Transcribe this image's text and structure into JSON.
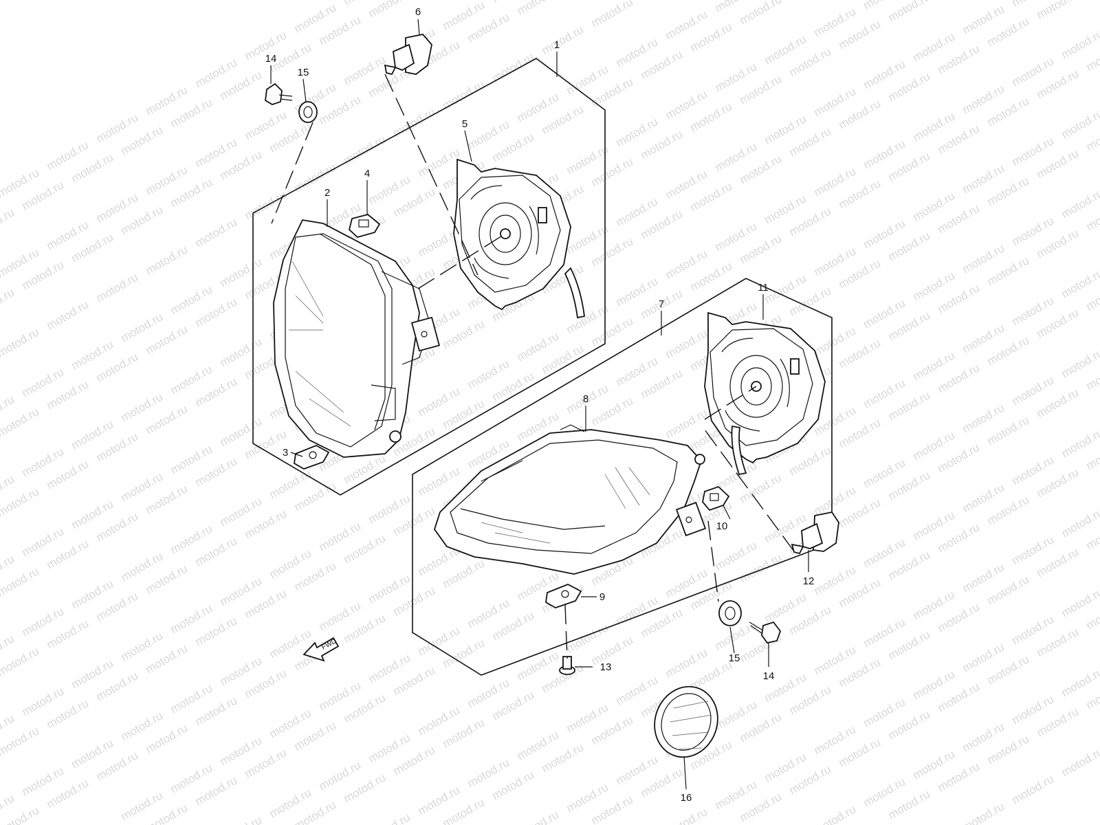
{
  "watermark": "motod.ru",
  "fwd_label": "FWD",
  "callouts": {
    "c1": "1",
    "c2": "2",
    "c3": "3",
    "c4": "4",
    "c5": "5",
    "c6": "6",
    "c7": "7",
    "c8": "8",
    "c9": "9",
    "c10": "10",
    "c11": "11",
    "c12": "12",
    "c13": "13",
    "c14a": "14",
    "c14b": "14",
    "c15a": "15",
    "c15b": "15",
    "c16": "16"
  }
}
